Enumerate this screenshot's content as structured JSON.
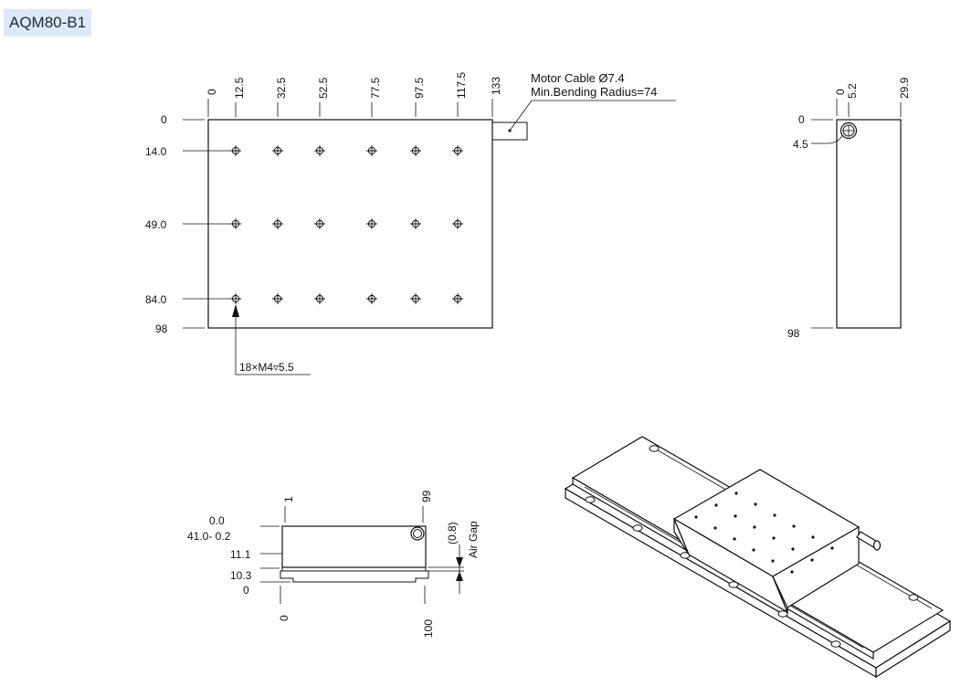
{
  "title": "AQM80-B1",
  "top_view": {
    "x_dims": [
      "0",
      "12.5",
      "32.5",
      "52.5",
      "77.5",
      "97.5",
      "117.5",
      "133"
    ],
    "y_dims": [
      "0",
      "14.0",
      "49.0",
      "84.0",
      "98"
    ],
    "cable_label_1": "Motor Cable Ø7.4",
    "cable_label_2": "Min.Bending Radius=74",
    "hole_callout": "18×M4▿5.5"
  },
  "side_view": {
    "x_dims": [
      "0",
      "5.2",
      "29.9"
    ],
    "y_dims": [
      "0",
      "4.5",
      "98"
    ]
  },
  "front_view": {
    "left_dims": [
      "0.0",
      "41.0- 0.2",
      "11.1",
      "10.3",
      "0"
    ],
    "top_dims": [
      "1",
      "99"
    ],
    "bottom_dims": [
      "0",
      "100"
    ],
    "gap_value": "(0.8)",
    "gap_label": "Air Gap"
  }
}
